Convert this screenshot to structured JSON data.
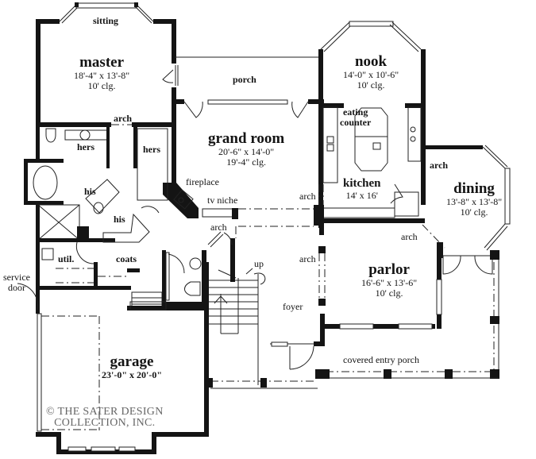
{
  "plan": {
    "type": "floor plan",
    "rooms": [
      {
        "id": "sitting",
        "name": "sitting"
      },
      {
        "id": "master",
        "name": "master",
        "size": "18'-4\" x 13'-8\"",
        "ceiling": "10' clg."
      },
      {
        "id": "porch",
        "name": "porch"
      },
      {
        "id": "nook",
        "name": "nook",
        "size": "14'-0\" x 10'-6\"",
        "ceiling": "10' clg."
      },
      {
        "id": "grand-room",
        "name": "grand room",
        "size": "20'-6\" x 14'-0\"",
        "ceiling": "19'-4\" clg."
      },
      {
        "id": "eating-counter",
        "name": "eating counter",
        "line1": "eating",
        "line2": "counter"
      },
      {
        "id": "kitchen",
        "name": "kitchen",
        "size": "14' x 16'"
      },
      {
        "id": "dining",
        "name": "dining",
        "size": "13'-8\" x 13'-8\"",
        "ceiling": "10' clg."
      },
      {
        "id": "hers-closet-1",
        "name": "hers"
      },
      {
        "id": "hers-closet-2",
        "name": "hers"
      },
      {
        "id": "his-1",
        "name": "his"
      },
      {
        "id": "his-2",
        "name": "his"
      },
      {
        "id": "fireplace",
        "name": "fireplace"
      },
      {
        "id": "tv-niche",
        "name": "tv niche"
      },
      {
        "id": "util",
        "name": "util."
      },
      {
        "id": "coats",
        "name": "coats"
      },
      {
        "id": "service-door",
        "name": "service door",
        "line1": "service",
        "line2": "door"
      },
      {
        "id": "parlor",
        "name": "parlor",
        "size": "16'-6\" x 13'-6\"",
        "ceiling": "10' clg."
      },
      {
        "id": "foyer",
        "name": "foyer"
      },
      {
        "id": "up",
        "name": "up"
      },
      {
        "id": "covered-entry-porch",
        "name": "covered entry porch"
      },
      {
        "id": "garage",
        "name": "garage",
        "size": "23'-0\" x 20'-0\""
      }
    ],
    "arches": [
      "arch",
      "arch",
      "arch",
      "arch",
      "arch",
      "arch",
      "arch"
    ],
    "copyright": {
      "line1": "© THE SATER DESIGN",
      "line2": "COLLECTION, INC."
    }
  },
  "labels": {
    "sitting": "sitting",
    "master": "master",
    "master_size": "18'-4\" x 13'-8\"",
    "master_clg": "10' clg.",
    "porch": "porch",
    "nook": "nook",
    "nook_size": "14'-0\" x 10'-6\"",
    "nook_clg": "10' clg.",
    "grand_room": "grand room",
    "grand_room_size": "20'-6\" x 14'-0\"",
    "grand_room_clg": "19'-4\" clg.",
    "eating": "eating",
    "counter": "counter",
    "kitchen": "kitchen",
    "kitchen_size": "14' x 16'",
    "dining": "dining",
    "dining_size": "13'-8\" x 13'-8\"",
    "dining_clg": "10' clg.",
    "arch": "arch",
    "hers": "hers",
    "his": "his",
    "fireplace": "fireplace",
    "tv_niche": "tv niche",
    "util": "util.",
    "coats": "coats",
    "service": "service",
    "door": "door",
    "up": "up",
    "parlor": "parlor",
    "parlor_size": "16'-6\" x 13'-6\"",
    "parlor_clg": "10' clg.",
    "foyer": "foyer",
    "covered_entry_porch": "covered entry porch",
    "garage": "garage",
    "garage_size": "23'-0\" x 20'-0\"",
    "copyright_1": "© THE SATER DESIGN",
    "copyright_2": "COLLECTION, INC."
  }
}
